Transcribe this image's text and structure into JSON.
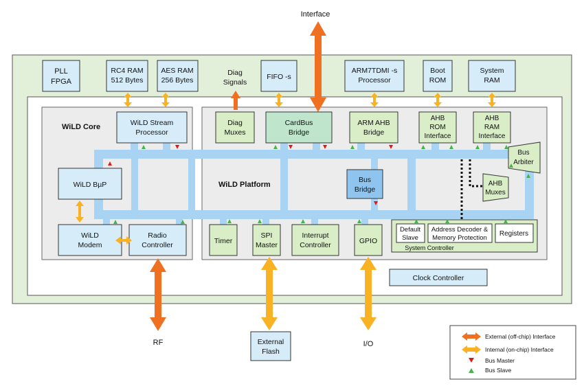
{
  "colors": {
    "outer_background": "#e3f0d9",
    "bus": "#a9d3f2",
    "external_arrow": "#f07021",
    "internal_arrow": "#f8b223",
    "bus_master": "#dd1a1a",
    "bus_slave": "#48b24c",
    "light_blue_block": "#d6ecf9",
    "light_green_block": "#d9edc7"
  },
  "external": {
    "interface_top": "Interface",
    "rf": "RF",
    "io": "I/O",
    "external_flash": [
      "External",
      "Flash"
    ]
  },
  "top_row": {
    "pll": [
      "PLL",
      "FPGA"
    ],
    "rc4": [
      "RC4 RAM",
      "512 Bytes"
    ],
    "aes": [
      "AES RAM",
      "256 Bytes"
    ],
    "diag_signals": [
      "Diag",
      "Signals"
    ],
    "fifo": [
      "FIFO -s"
    ],
    "arm7": [
      "ARM7TDMI -s",
      "Processor"
    ],
    "boot_rom": [
      "Boot",
      "ROM"
    ],
    "system_ram": [
      "System",
      "RAM"
    ]
  },
  "core": {
    "title": "WiLD Core",
    "stream_processor": [
      "WiLD Stream",
      "Processor"
    ],
    "bup": [
      "WiLD BµP"
    ],
    "modem": [
      "WiLD",
      "Modem"
    ],
    "radio": [
      "Radio",
      "Controller"
    ]
  },
  "platform": {
    "title": "WiLD Platform",
    "diag_muxes": [
      "Diag",
      "Muxes"
    ],
    "cardbus": [
      "CardBus",
      "Bridge"
    ],
    "arm_ahb": [
      "ARM AHB",
      "Bridge"
    ],
    "ahb_rom": [
      "AHB",
      "ROM",
      "Interface"
    ],
    "ahb_ram": [
      "AHB",
      "RAM",
      "Interface"
    ],
    "bus_arbiter": [
      "Bus",
      "Arbiter"
    ],
    "bus_bridge": [
      "Bus",
      "Bridge"
    ],
    "ahb_muxes": [
      "AHB",
      "Muxes"
    ],
    "timer": [
      "Timer"
    ],
    "spi": [
      "SPI",
      "Master"
    ],
    "interrupt": [
      "Interrupt",
      "Controller"
    ],
    "gpio": [
      "GPIO"
    ],
    "system_controller": "System Controller",
    "default_slave": [
      "Default",
      "Slave"
    ],
    "addr_decoder": [
      "Address Decoder &",
      "Memory Protection"
    ],
    "registers": [
      "Registers"
    ],
    "clock_controller": "Clock Controller"
  },
  "legend": {
    "external": "External (off-chip) Interface",
    "internal": "Internal (on-chip) Interface",
    "bus_master": "Bus Master",
    "bus_slave": "Bus Slave"
  }
}
